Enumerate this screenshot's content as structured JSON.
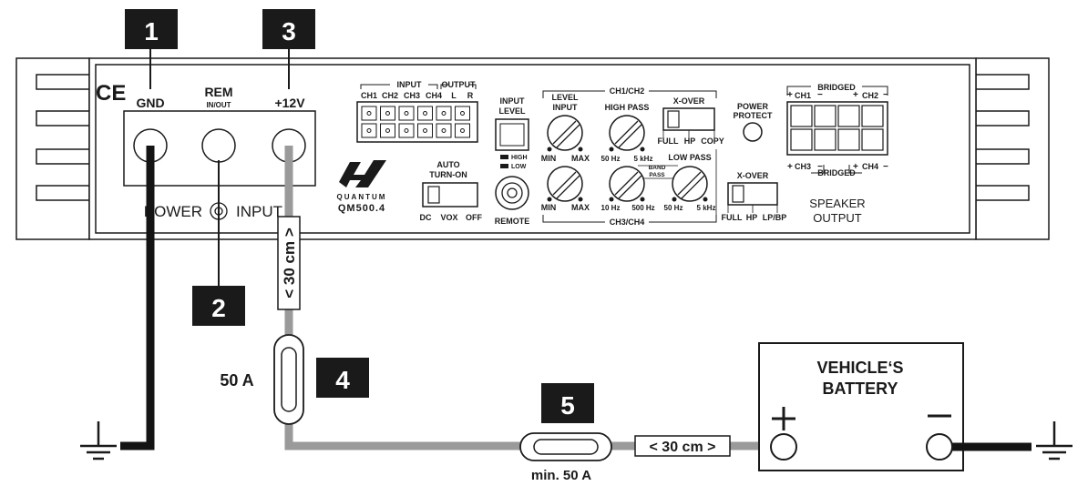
{
  "labels": {
    "ce": "CE",
    "gnd": "GND",
    "rem": "REM",
    "rem_sub": "IN/OUT",
    "v12": "+12V",
    "power_input_left": "POWER",
    "power_input_right": "INPUT",
    "input_output_head": "INPUT",
    "output_head": "OUTPUT",
    "ch_labels": [
      "CH1",
      "CH2",
      "CH3",
      "CH4",
      "L",
      "R"
    ],
    "input_level": "INPUT",
    "input_level_2": "LEVEL",
    "high": "HIGH",
    "low": "LOW",
    "remote": "REMOTE",
    "auto_turn_on_1": "AUTO",
    "auto_turn_on_2": "TURN-ON",
    "auto_opts": [
      "DC",
      "VOX",
      "OFF"
    ],
    "brand_quantum": "QUANTUM",
    "brand_model": "QM500.4",
    "ch1ch2": "CH1/CH2",
    "ch3ch4": "CH3/CH4",
    "level_input_1": "LEVEL",
    "level_input_2": "INPUT",
    "min": "MIN",
    "max": "MAX",
    "high_pass": "HIGH PASS",
    "hp_50": "50 Hz",
    "hp_5k": "5 kHz",
    "band_pass_1": "BAND",
    "band_pass_2": "PASS",
    "bp_10": "10 Hz",
    "bp_500": "500 Hz",
    "low_pass": "LOW PASS",
    "lp_50": "50 Hz",
    "lp_5k": "5 kHz",
    "xover": "X-OVER",
    "xover_top_opts": [
      "FULL",
      "HP",
      "COPY"
    ],
    "xover_bot_opts": [
      "FULL",
      "HP",
      "LP/BP"
    ],
    "power_protect_1": "POWER",
    "power_protect_2": "PROTECT",
    "bridged": "BRIDGED",
    "sp_ch1": "CH1",
    "sp_ch2": "CH2",
    "sp_ch3": "CH3",
    "sp_ch4": "CH4",
    "speaker_output_1": "SPEAKER",
    "speaker_output_2": "OUTPUT"
  },
  "callouts": [
    "1",
    "2",
    "3",
    "4",
    "5"
  ],
  "cable_length_vertical": "< 30 cm >",
  "cable_length_horizontal": "< 30 cm >",
  "fuse_main": "50 A",
  "fuse_min": "min. 50 A",
  "battery_1": "VEHICLE‘S",
  "battery_2": "BATTERY",
  "battery_plus": "+",
  "battery_minus": "−",
  "colors": {
    "cable_gray": "#9a9a9a",
    "cable_black": "#141414",
    "callout_bg": "#1a1a1a"
  }
}
